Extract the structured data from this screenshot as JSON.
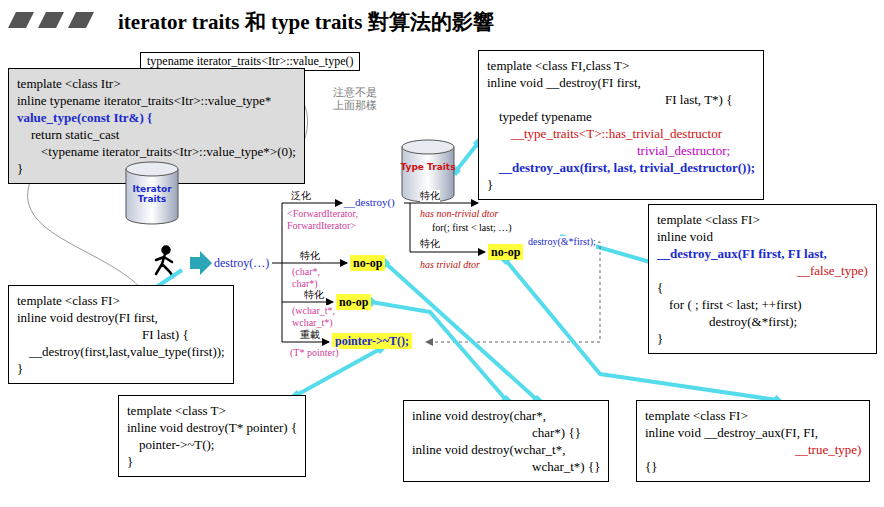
{
  "diagram": {
    "title": "iterator traits 和 type traits 對算法的影響",
    "nodes": [
      {
        "text": [
          "typename iterator_traits<Itr>::value_type()"
        ]
      },
      {
        "text": [
          "template <class Itr>",
          "inline typename iterator_traits<Itr>::value_type*",
          "value_type(const Itr&) {",
          "return static_cast",
          "<typename iterator_traits<Itr>::value_type*>(0);",
          "}"
        ]
      },
      {
        "text": [
          "template <class FI,class T>",
          "inline void __destroy(FI first,",
          "FI last, T*) {",
          "typedef typename",
          "__type_traits<T>::has_trivial_destructor",
          "trivial_destructor;",
          "__destroy_aux(first, last, trivial_destructor());",
          "}"
        ]
      },
      {
        "text": [
          "template <class FI>",
          "inline void",
          "__destroy_aux(FI first, FI last,",
          "__false_type)",
          "{",
          "for ( ; first < last; ++first)",
          "destroy(&*first);",
          "}"
        ]
      },
      {
        "text": [
          "template <class FI>",
          "inline void destroy(FI first,",
          "FI last) {",
          "__destroy(first,last,value_type(first));",
          "}"
        ]
      },
      {
        "text": [
          "template <class T>",
          "inline void destroy(T* pointer) {",
          "pointer->~T();",
          "}"
        ]
      },
      {
        "text": [
          "inline void destroy(char*,",
          "char*) {}",
          "inline void destroy(wchar_t*,",
          "wchar_t*) {}"
        ]
      },
      {
        "text": [
          "template <class FI>",
          "inline void __destroy_aux(FI, FI,",
          "__true_type)",
          "{}"
        ]
      },
      {
        "text": [
          "Iterator Traits"
        ]
      },
      {
        "text": [
          "Type Traits"
        ]
      },
      {
        "text": [
          "no-op"
        ]
      },
      {
        "text": [
          "no-op"
        ]
      },
      {
        "text": [
          "no-op"
        ]
      },
      {
        "text": [
          "pointer->~T();"
        ]
      }
    ],
    "edges": [
      {
        "from": 9,
        "to": 2,
        "arrow": "none"
      },
      {
        "from": 6,
        "to": 11,
        "arrow": "none"
      },
      {
        "from": 6,
        "to": 12,
        "arrow": "none"
      },
      {
        "from": 5,
        "to": 13,
        "arrow": "none"
      },
      {
        "from": 7,
        "to": 10,
        "arrow": "none"
      }
    ],
    "labels": [
      "注意不是上面那樣",
      "泛化",
      "__destroy()",
      "<ForwardIterator, ForwardIterator>",
      "特化",
      "has non-trivial dtor",
      "for(; first < last; …)",
      "特化",
      "destroy(&*first);",
      "has trivial dtor",
      "destroy(…)",
      "特化",
      "(char*, char*)",
      "特化",
      "(wchar_t*, wchar_t*)",
      "重載",
      "(T* pointer)"
    ]
  }
}
